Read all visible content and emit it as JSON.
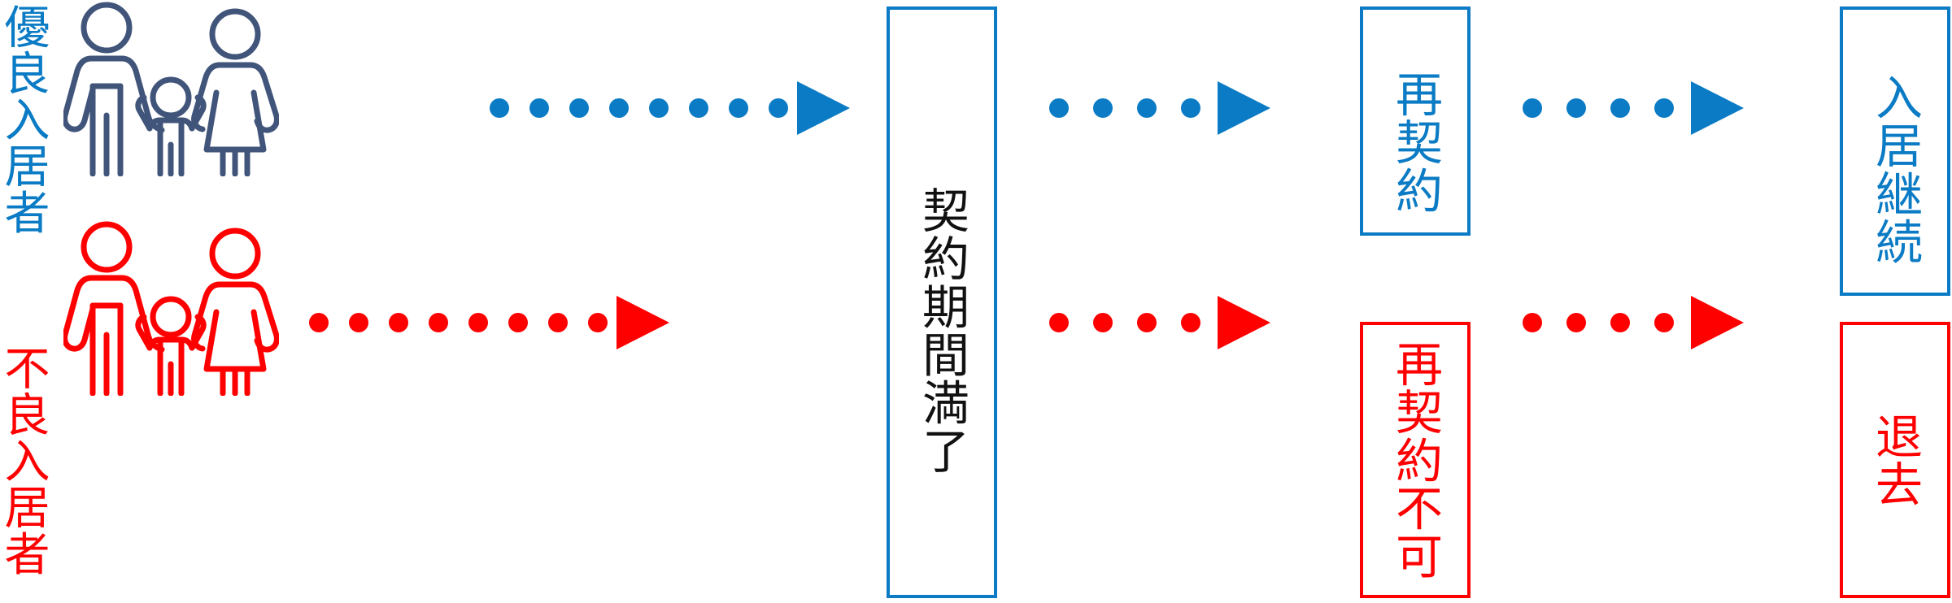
{
  "colors": {
    "blue": "#0A7BC4",
    "red": "#FF0000",
    "icon_blue": "#41557B",
    "text_black": "#111111",
    "background": "#FFFFFF"
  },
  "rows": {
    "good": {
      "label": "優良入居者",
      "icon_name": "family-of-three-icon",
      "color": "#0A7BC4"
    },
    "bad": {
      "label": "不良入居者",
      "icon_name": "family-of-three-icon",
      "color": "#FF0000"
    }
  },
  "boxes": {
    "contract_end": {
      "label": "契約期間満了",
      "border_color": "#0A7BC4",
      "text_color": "#111111"
    },
    "renew": {
      "label": "再契約",
      "border_color": "#0A7BC4",
      "text_color": "#0A7BC4"
    },
    "no_renew": {
      "label": "再契約不可",
      "border_color": "#FF0000",
      "text_color": "#FF0000"
    },
    "stay": {
      "label": "入居継続",
      "border_color": "#0A7BC4",
      "text_color": "#0A7BC4"
    },
    "leave": {
      "label": "退去",
      "border_color": "#FF0000",
      "text_color": "#FF0000"
    }
  },
  "arrows": [
    {
      "id": "good-to-contract-end",
      "color": "#0A7BC4",
      "dots": 8,
      "direction": "right"
    },
    {
      "id": "good-contract-end-to-renew",
      "color": "#0A7BC4",
      "dots": 4,
      "direction": "right"
    },
    {
      "id": "good-renew-to-stay",
      "color": "#0A7BC4",
      "dots": 4,
      "direction": "right"
    },
    {
      "id": "bad-to-contract-end",
      "color": "#FF0000",
      "dots": 8,
      "direction": "right"
    },
    {
      "id": "bad-contract-end-to-no-renew",
      "color": "#FF0000",
      "dots": 4,
      "direction": "right"
    },
    {
      "id": "bad-no-renew-to-leave",
      "color": "#FF0000",
      "dots": 4,
      "direction": "right"
    }
  ],
  "flow": {
    "good_path": [
      "優良入居者",
      "契約期間満了",
      "再契約",
      "入居継続"
    ],
    "bad_path": [
      "不良入居者",
      "契約期間満了",
      "再契約不可",
      "退去"
    ]
  }
}
